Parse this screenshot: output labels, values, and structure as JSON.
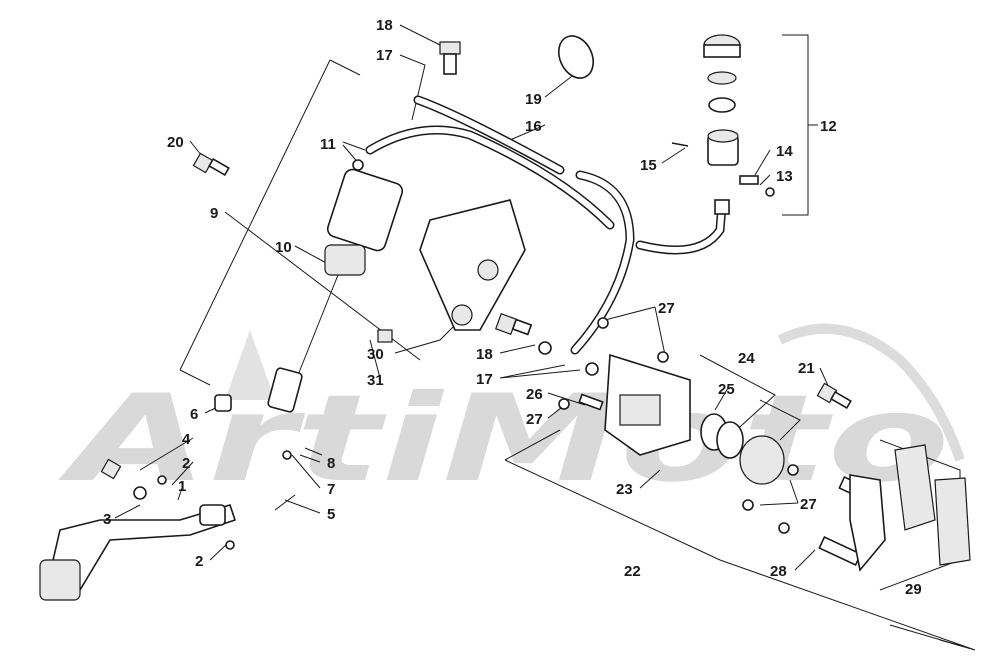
{
  "watermark": {
    "text": "ArtiMoto"
  },
  "labels": [
    {
      "id": "lbl-18a",
      "text": "18"
    },
    {
      "id": "lbl-17a",
      "text": "17"
    },
    {
      "id": "lbl-19",
      "text": "19"
    },
    {
      "id": "lbl-16",
      "text": "16"
    },
    {
      "id": "lbl-12",
      "text": "12"
    },
    {
      "id": "lbl-20",
      "text": "20"
    },
    {
      "id": "lbl-11",
      "text": "11"
    },
    {
      "id": "lbl-9",
      "text": "9"
    },
    {
      "id": "lbl-10",
      "text": "10"
    },
    {
      "id": "lbl-14",
      "text": "14"
    },
    {
      "id": "lbl-15",
      "text": "15"
    },
    {
      "id": "lbl-13",
      "text": "13"
    },
    {
      "id": "lbl-27a",
      "text": "27"
    },
    {
      "id": "lbl-24",
      "text": "24"
    },
    {
      "id": "lbl-21",
      "text": "21"
    },
    {
      "id": "lbl-30",
      "text": "30"
    },
    {
      "id": "lbl-18b",
      "text": "18"
    },
    {
      "id": "lbl-17b",
      "text": "17"
    },
    {
      "id": "lbl-31",
      "text": "31"
    },
    {
      "id": "lbl-25",
      "text": "25"
    },
    {
      "id": "lbl-26",
      "text": "26"
    },
    {
      "id": "lbl-27b",
      "text": "27"
    },
    {
      "id": "lbl-6",
      "text": "6"
    },
    {
      "id": "lbl-4",
      "text": "4"
    },
    {
      "id": "lbl-2a",
      "text": "2"
    },
    {
      "id": "lbl-8",
      "text": "8"
    },
    {
      "id": "lbl-1",
      "text": "1"
    },
    {
      "id": "lbl-7",
      "text": "7"
    },
    {
      "id": "lbl-3",
      "text": "3"
    },
    {
      "id": "lbl-5",
      "text": "5"
    },
    {
      "id": "lbl-23",
      "text": "23"
    },
    {
      "id": "lbl-27c",
      "text": "27"
    },
    {
      "id": "lbl-2b",
      "text": "2"
    },
    {
      "id": "lbl-22",
      "text": "22"
    },
    {
      "id": "lbl-28",
      "text": "28"
    },
    {
      "id": "lbl-29",
      "text": "29"
    }
  ]
}
